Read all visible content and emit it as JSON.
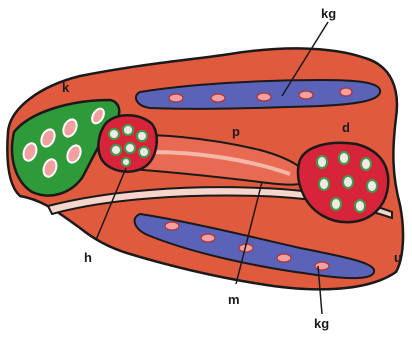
{
  "labels": {
    "k": "k",
    "kg_top": "kg",
    "p": "p",
    "d": "d",
    "h": "h",
    "m": "m",
    "u": "u",
    "kg_bottom": "kg"
  },
  "colors": {
    "background": "#ffffff",
    "tissue": "#e05a3e",
    "tissue_dark": "#c9452e",
    "green_mass": "#2e9a3a",
    "blue_vessel": "#5a63b8",
    "red_mass": "#d8243a",
    "cell_fill": "#f0a0a0",
    "outline": "#1a1a1a",
    "stripe": "#f2c9c0"
  }
}
